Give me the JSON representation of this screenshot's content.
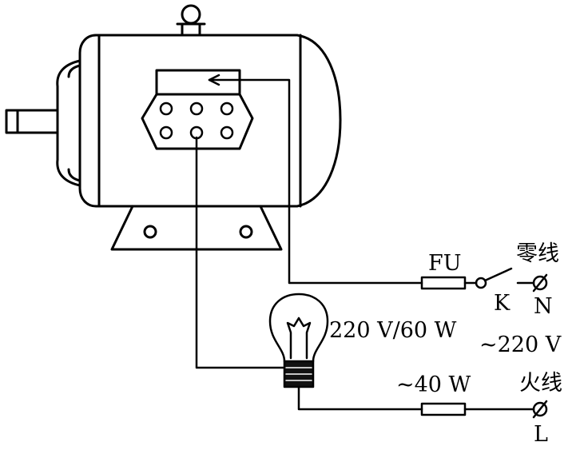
{
  "labels": {
    "fuse_main": "FU",
    "neutral_cn": "零线",
    "switch": "K",
    "neutral": "N",
    "lamp_rating": "220 V/60 W",
    "supply_voltage": "~220 V",
    "fuse_lamp_rating": "~40 W",
    "live_cn": "火线",
    "live": "L"
  },
  "colors": {
    "ink": "#000000",
    "paper": "#ffffff",
    "lamp_base": "#111111"
  }
}
